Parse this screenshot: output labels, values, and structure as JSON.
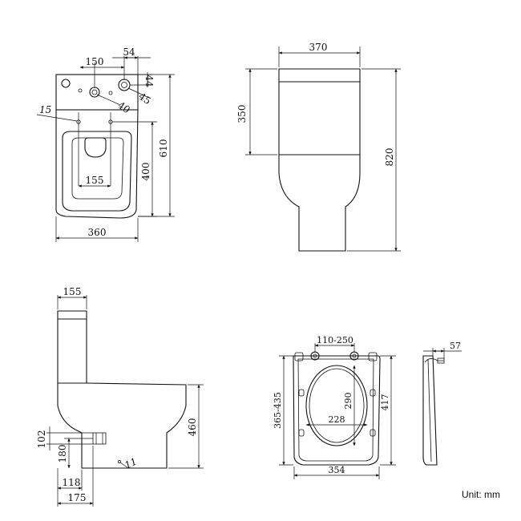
{
  "top_view": {
    "dim_150": "150",
    "dim_54": "54",
    "dim_44": "44",
    "dim_40": "40",
    "dim_45": "45",
    "dim_15": "15",
    "dim_155": "155",
    "dim_400": "400",
    "dim_610": "610",
    "dim_360": "360"
  },
  "front_view": {
    "dim_370": "370",
    "dim_350": "350",
    "dim_820": "820"
  },
  "side_view": {
    "dim_155": "155",
    "dim_460": "460",
    "dim_102": "102",
    "dim_180": "180",
    "dim_11": "11",
    "dim_118": "118",
    "dim_175": "175"
  },
  "seat_view": {
    "dim_110_250": "110-250",
    "dim_290": "290",
    "dim_365_435": "365-435",
    "dim_228": "228",
    "dim_417": "417",
    "dim_354": "354",
    "dim_57": "57"
  },
  "unit_label": "Unit: mm"
}
